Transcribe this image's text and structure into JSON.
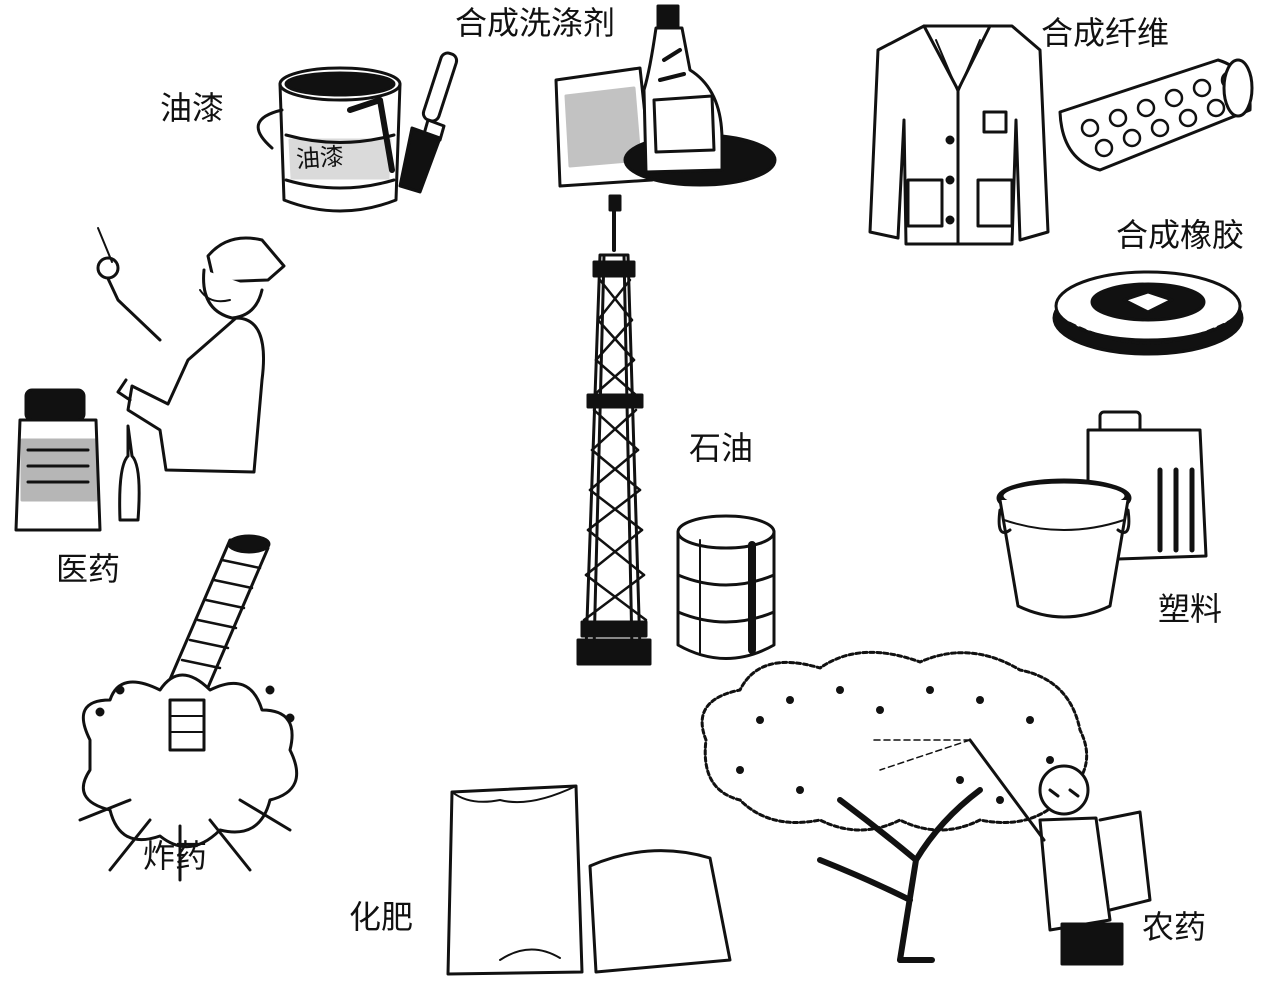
{
  "center": {
    "label": "石油",
    "icon": "oil-derrick-and-barrel-icon"
  },
  "products": [
    {
      "key": "paint",
      "label": "油漆",
      "icon": "paint-can-and-brush-icon",
      "can_text": "油漆"
    },
    {
      "key": "detergent",
      "label": "合成洗涤剂",
      "icon": "detergent-box-and-bottle-icon"
    },
    {
      "key": "fiber",
      "label": "合成纤维",
      "icon": "jacket-and-fabric-roll-icon"
    },
    {
      "key": "rubber",
      "label": "合成橡胶",
      "icon": "tire-icon"
    },
    {
      "key": "plastic",
      "label": "塑料",
      "icon": "plastic-bucket-and-jerrycan-icon"
    },
    {
      "key": "pesticide",
      "label": "农药",
      "icon": "tree-spraying-worker-icon"
    },
    {
      "key": "fertilizer",
      "label": "化肥",
      "icon": "fertilizer-sacks-icon"
    },
    {
      "key": "explosive",
      "label": "炸药",
      "icon": "explosion-icon"
    },
    {
      "key": "medicine",
      "label": "医药",
      "icon": "nurse-medicine-bottle-icon"
    }
  ],
  "colors": {
    "ink": "#111111",
    "paper": "#ffffff"
  }
}
